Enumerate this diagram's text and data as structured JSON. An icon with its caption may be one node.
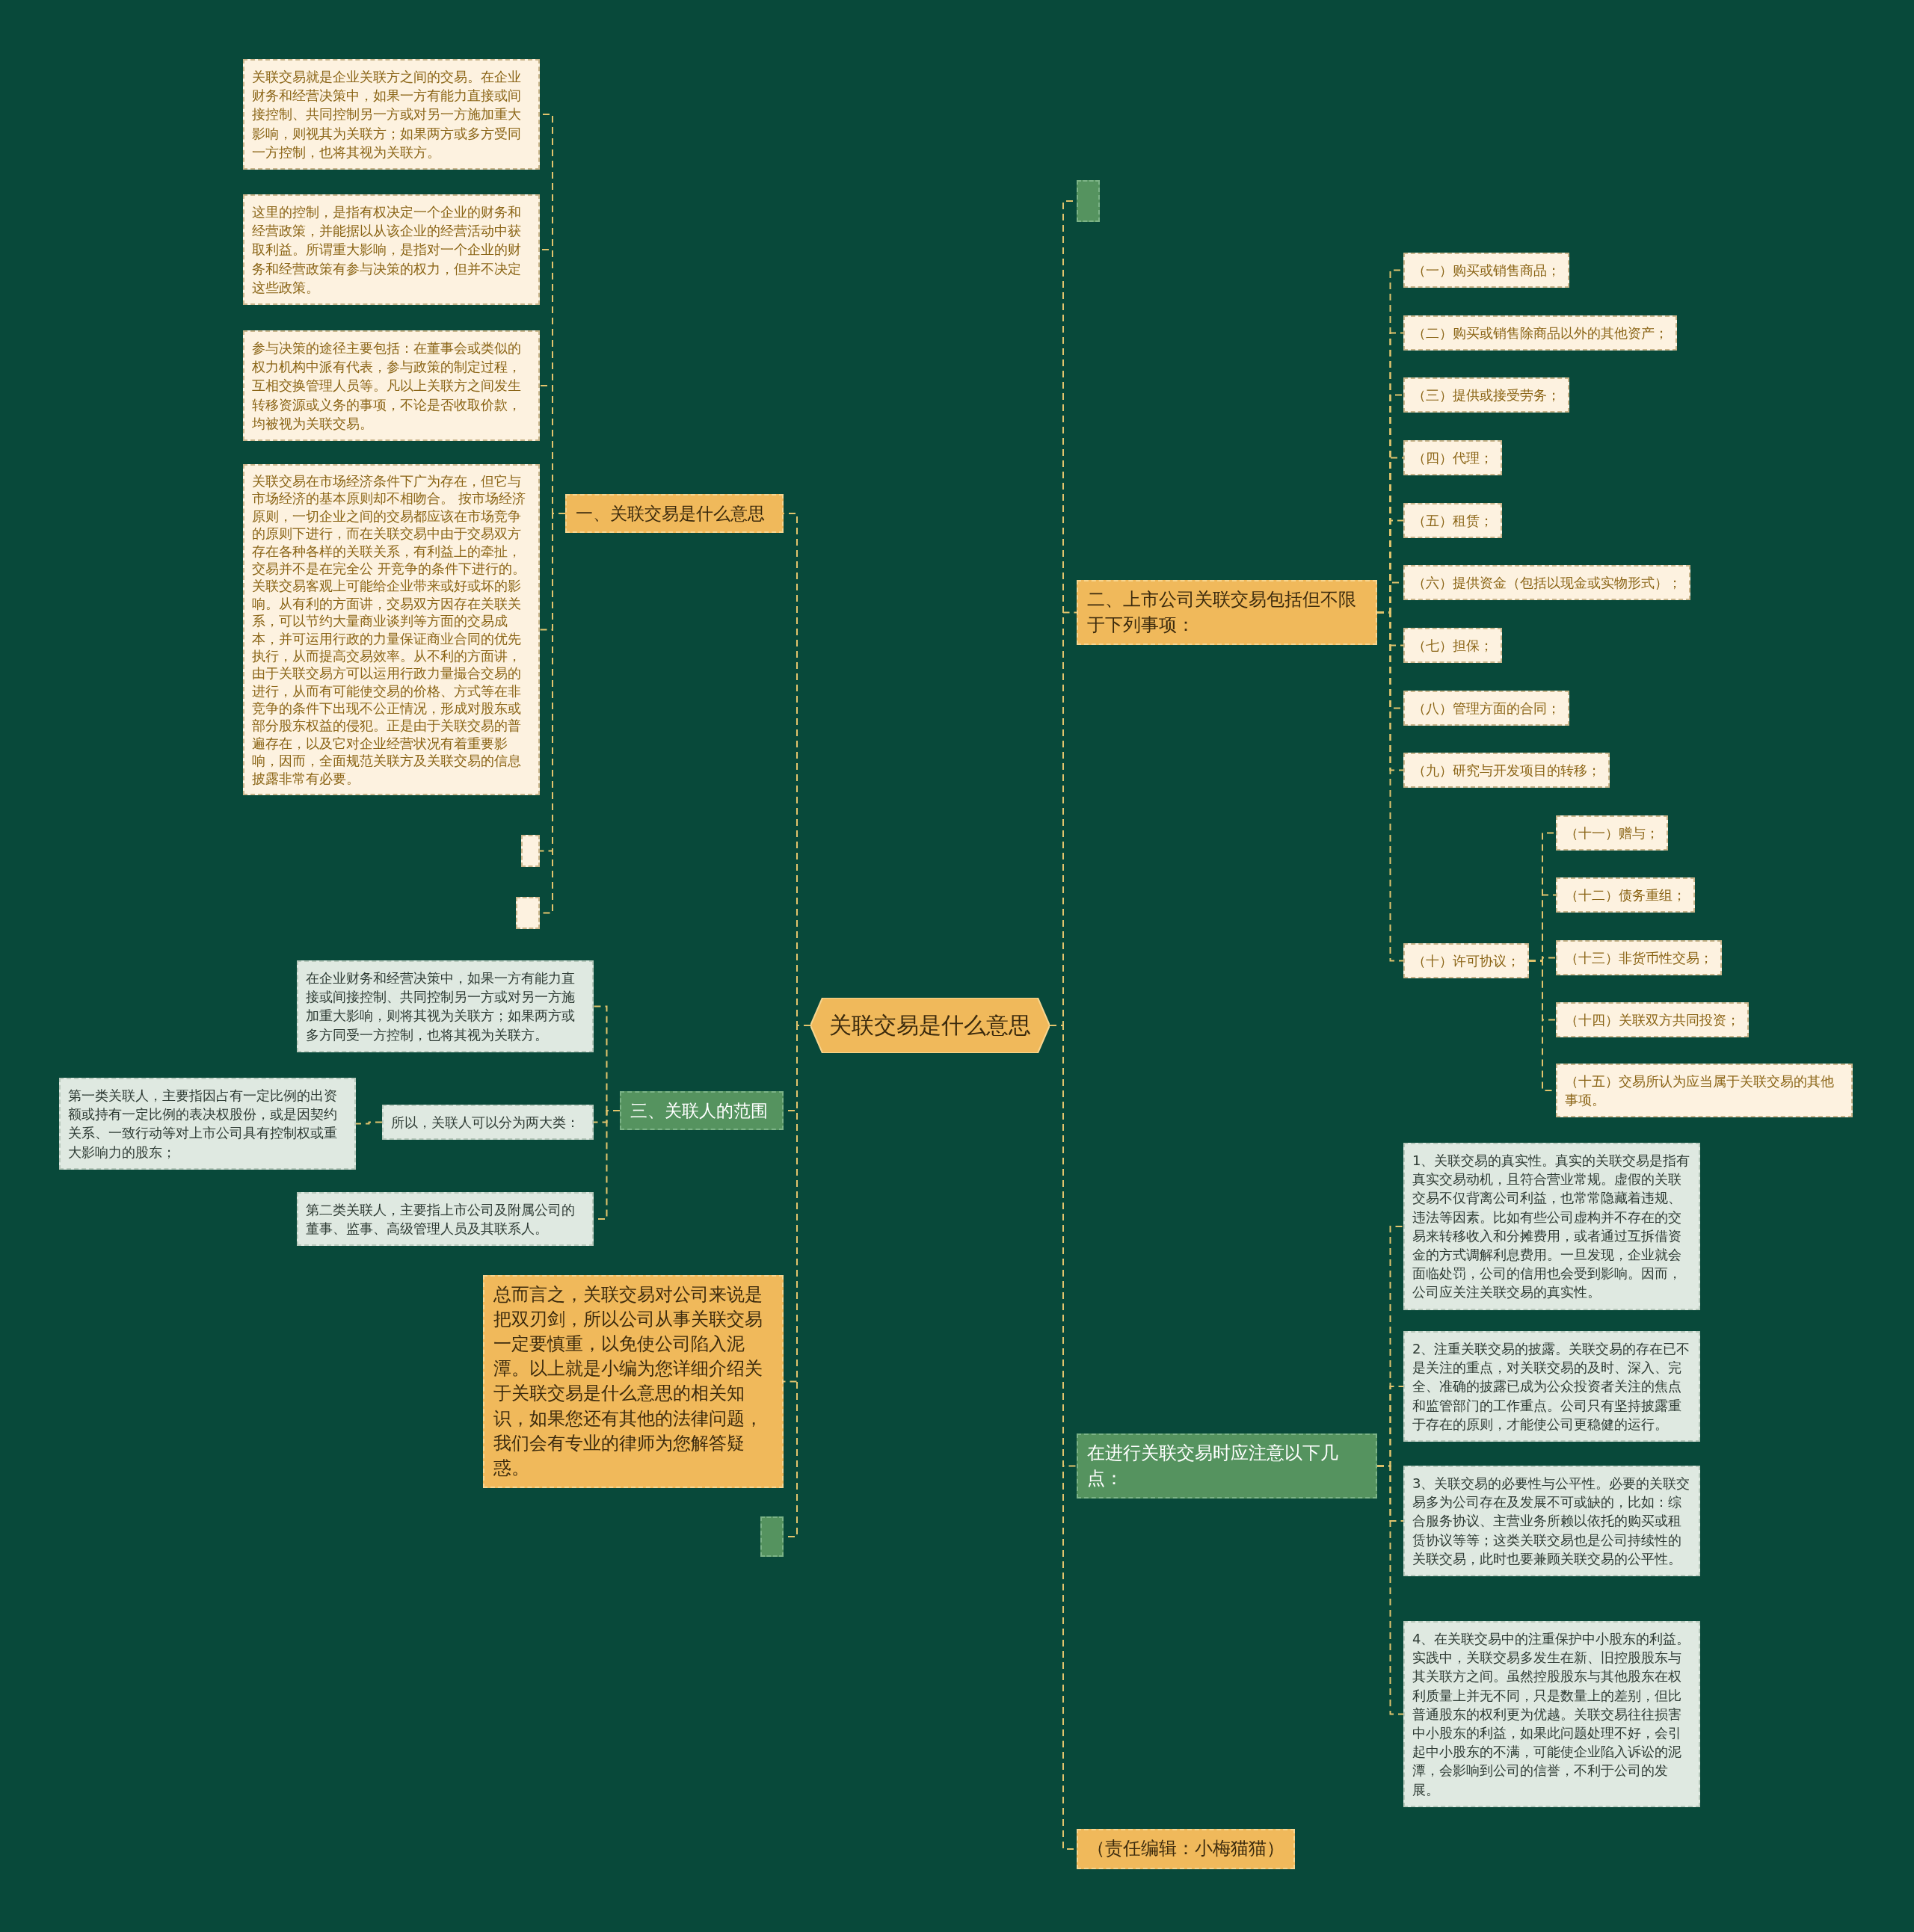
{
  "diagram": {
    "nodes": [
      {
        "text": [
          "关联交易是什么意思"
        ]
      },
      {
        "text": [
          "一、关联交易是什么意思"
        ]
      },
      {
        "text": [
          "关联交易就是企业关联方之间的交易。在企业财务和经营决策中，如果一方有能力直接或间接控制、共同控制另一方或对另一方施加重大影响，则视其为关联方；如果两方或多方受同一方控制，也将其视为关联方。"
        ]
      },
      {
        "text": [
          "这里的控制，是指有权决定一个企业的财务和经营政策，并能据以从该企业的经营活动中获取利益。所谓重大影响，是指对一个企业的财务和经营政策有参与决策的权力，但并不决定这些政策。"
        ]
      },
      {
        "text": [
          "参与决策的途径主要包括：在董事会或类似的权力机构中派有代表，参与政策的制定过程，互相交换管理人员等。凡以上关联方之间发生转移资源或义务的事项，不论是否收取价款，均被视为关联交易。"
        ]
      },
      {
        "text": [
          "关联交易在市场经济条件下广为存在，但它与市场经济的基本原则却不相吻合。 按市场经济原则，一切企业之间的交易都应该在市场竞争的原则下进行，而在关联交易中由于交易双方存在各种各样的关联关系，有利益上的牵扯，交易并不是在完全公 开竞争的条件下进行的。关联交易客观上可能给企业带来或好或坏的影响。从有利的方面讲，交易双方因存在关联关系，可以节约大量商业谈判等方面的交易成本，并可运用行政的力量保证商业合同的优先执行，从而提高交易效率。从不利的方面讲，由于关联交易方可以运用行政力量撮合交易的进行，从而有可能使交易的价格、方式等在非竞争的条件下出现不公正情况，形成对股东或部分股东权益的侵犯。正是由于关联交易的普遍存在，以及它对企业经营状况有着重要影响，因而，全面规范关联方及关联交易的信息披露非常有必要。"
        ]
      },
      {
        "text": [],
        "shape": "box"
      },
      {
        "text": [],
        "shape": "box"
      },
      {
        "text": [
          "三、关联人的范围"
        ]
      },
      {
        "text": [
          "在企业财务和经营决策中，如果一方有能力直接或间接控制、共同控制另一方或对另一方施加重大影响，则将其视为关联方；如果两方或多方同受一方控制，也将其视为关联方。"
        ]
      },
      {
        "text": [
          "所以，关联人可以分为两大类："
        ]
      },
      {
        "text": [
          "第一类关联人，主要指因占有一定比例的出资额或持有一定比例的表决权股份，或是因契约关系、一致行动等对上市公司具有控制权或重大影响力的股东；"
        ]
      },
      {
        "text": [
          "第二类关联人，主要指上市公司及附属公司的董事、监事、高级管理人员及其联系人。"
        ]
      },
      {
        "text": [
          "总而言之，关联交易对公司来说是把双刃剑，所以公司从事关联交易一定要慎重，以免使公司陷入泥潭。以上就是小编为您详细介绍关于关联交易是什么意思的相关知识，如果您还有其他的法律问题，我们会有专业的律师为您解答疑惑。"
        ]
      },
      {
        "text": [],
        "shape": "box"
      },
      {
        "text": [],
        "shape": "box"
      },
      {
        "text": [
          "二、上市公司关联交易包括但不限于下列事项："
        ]
      },
      {
        "text": [
          "（一）购买或销售商品；"
        ]
      },
      {
        "text": [
          "（二）购买或销售除商品以外的其他资产；"
        ]
      },
      {
        "text": [
          "（三）提供或接受劳务；"
        ]
      },
      {
        "text": [
          "（四）代理；"
        ]
      },
      {
        "text": [
          "（五）租赁；"
        ]
      },
      {
        "text": [
          "（六）提供资金（包括以现金或实物形式）；"
        ]
      },
      {
        "text": [
          "（七）担保；"
        ]
      },
      {
        "text": [
          "（八）管理方面的合同；"
        ]
      },
      {
        "text": [
          "（九）研究与开发项目的转移；"
        ]
      },
      {
        "text": [
          "（十）许可协议；"
        ]
      },
      {
        "text": [
          "（十一）赠与；"
        ]
      },
      {
        "text": [
          "（十二）债务重组；"
        ]
      },
      {
        "text": [
          "（十三）非货币性交易；"
        ]
      },
      {
        "text": [
          "（十四）关联双方共同投资；"
        ]
      },
      {
        "text": [
          "（十五）交易所认为应当属于关联交易的其他事项。"
        ]
      },
      {
        "text": [
          "在进行关联交易时应注意以下几点："
        ]
      },
      {
        "text": [
          "1、关联交易的真实性。真实的关联交易是指有真实交易动机，且符合营业常规。虚假的关联交易不仅背离公司利益，也常常隐藏着违规、违法等因素。比如有些公司虚构并不存在的交易来转移收入和分摊费用，或者通过互拆借资金的方式调解利息费用。一旦发现，企业就会面临处罚，公司的信用也会受到影响。因而，公司应关注关联交易的真实性。"
        ]
      },
      {
        "text": [
          "2、注重关联交易的披露。关联交易的存在已不是关注的重点，对关联交易的及时、深入、完全、准确的披露已成为公众投资者关注的焦点和监管部门的工作重点。公司只有坚持披露重于存在的原则，才能使公司更稳健的运行。"
        ]
      },
      {
        "text": [
          "3、关联交易的必要性与公平性。必要的关联交易多为公司存在及发展不可或缺的，比如：综合服务协议、主营业务所赖以依托的购买或租赁协议等等；这类关联交易也是公司持续性的关联交易，此时也要兼顾关联交易的公平性。"
        ]
      },
      {
        "text": [
          "4、在关联交易中的注重保护中小股东的利益。实践中，关联交易多发生在新、旧控股股东与其关联方之间。虽然控股股东与其他股东在权利质量上并无不同，只是数量上的差别，但比普通股东的权利更为优越。关联交易往往损害中小股东的利益，如果此问题处理不好，会引起中小股东的不满，可能使企业陷入诉讼的泥潭，会影响到公司的信誉，不利于公司的发展。"
        ]
      },
      {
        "text": [
          "（责任编辑：小梅猫猫）"
        ]
      }
    ],
    "edges": [
      {
        "from": 0,
        "to": 1,
        "arrow": "none",
        "style": "dashed"
      },
      {
        "from": 1,
        "to": 2,
        "arrow": "none",
        "style": "dashed"
      },
      {
        "from": 1,
        "to": 3,
        "arrow": "none",
        "style": "dashed"
      },
      {
        "from": 1,
        "to": 4,
        "arrow": "none",
        "style": "dashed"
      },
      {
        "from": 1,
        "to": 5,
        "arrow": "none",
        "style": "dashed"
      },
      {
        "from": 1,
        "to": 6,
        "arrow": "none",
        "style": "dashed"
      },
      {
        "from": 1,
        "to": 7,
        "arrow": "none",
        "style": "dashed"
      },
      {
        "from": 0,
        "to": 8,
        "arrow": "none",
        "style": "dashed"
      },
      {
        "from": 8,
        "to": 9,
        "arrow": "none",
        "style": "dashed"
      },
      {
        "from": 8,
        "to": 10,
        "arrow": "none",
        "style": "dashed"
      },
      {
        "from": 10,
        "to": 11,
        "arrow": "none",
        "style": "dashed"
      },
      {
        "from": 8,
        "to": 12,
        "arrow": "none",
        "style": "dashed"
      },
      {
        "from": 0,
        "to": 13,
        "arrow": "none",
        "style": "dashed"
      },
      {
        "from": 0,
        "to": 14,
        "arrow": "none",
        "style": "dashed"
      },
      {
        "from": 0,
        "to": 15,
        "arrow": "none",
        "style": "dashed"
      },
      {
        "from": 0,
        "to": 16,
        "arrow": "none",
        "style": "dashed"
      },
      {
        "from": 16,
        "to": 17,
        "arrow": "none",
        "style": "dashed"
      },
      {
        "from": 16,
        "to": 18,
        "arrow": "none",
        "style": "dashed"
      },
      {
        "from": 16,
        "to": 19,
        "arrow": "none",
        "style": "dashed"
      },
      {
        "from": 16,
        "to": 20,
        "arrow": "none",
        "style": "dashed"
      },
      {
        "from": 16,
        "to": 21,
        "arrow": "none",
        "style": "dashed"
      },
      {
        "from": 16,
        "to": 22,
        "arrow": "none",
        "style": "dashed"
      },
      {
        "from": 16,
        "to": 23,
        "arrow": "none",
        "style": "dashed"
      },
      {
        "from": 16,
        "to": 24,
        "arrow": "none",
        "style": "dashed"
      },
      {
        "from": 16,
        "to": 25,
        "arrow": "none",
        "style": "dashed"
      },
      {
        "from": 16,
        "to": 26,
        "arrow": "none",
        "style": "dashed"
      },
      {
        "from": 26,
        "to": 27,
        "arrow": "none",
        "style": "dashed"
      },
      {
        "from": 26,
        "to": 28,
        "arrow": "none",
        "style": "dashed"
      },
      {
        "from": 26,
        "to": 29,
        "arrow": "none",
        "style": "dashed"
      },
      {
        "from": 26,
        "to": 30,
        "arrow": "none",
        "style": "dashed"
      },
      {
        "from": 26,
        "to": 31,
        "arrow": "none",
        "style": "dashed"
      },
      {
        "from": 0,
        "to": 32,
        "arrow": "none",
        "style": "dashed"
      },
      {
        "from": 32,
        "to": 33,
        "arrow": "none",
        "style": "dashed"
      },
      {
        "from": 32,
        "to": 34,
        "arrow": "none",
        "style": "dashed"
      },
      {
        "from": 32,
        "to": 35,
        "arrow": "none",
        "style": "dashed"
      },
      {
        "from": 32,
        "to": 36,
        "arrow": "none",
        "style": "dashed"
      },
      {
        "from": 0,
        "to": 37,
        "arrow": "none",
        "style": "dashed"
      }
    ]
  }
}
